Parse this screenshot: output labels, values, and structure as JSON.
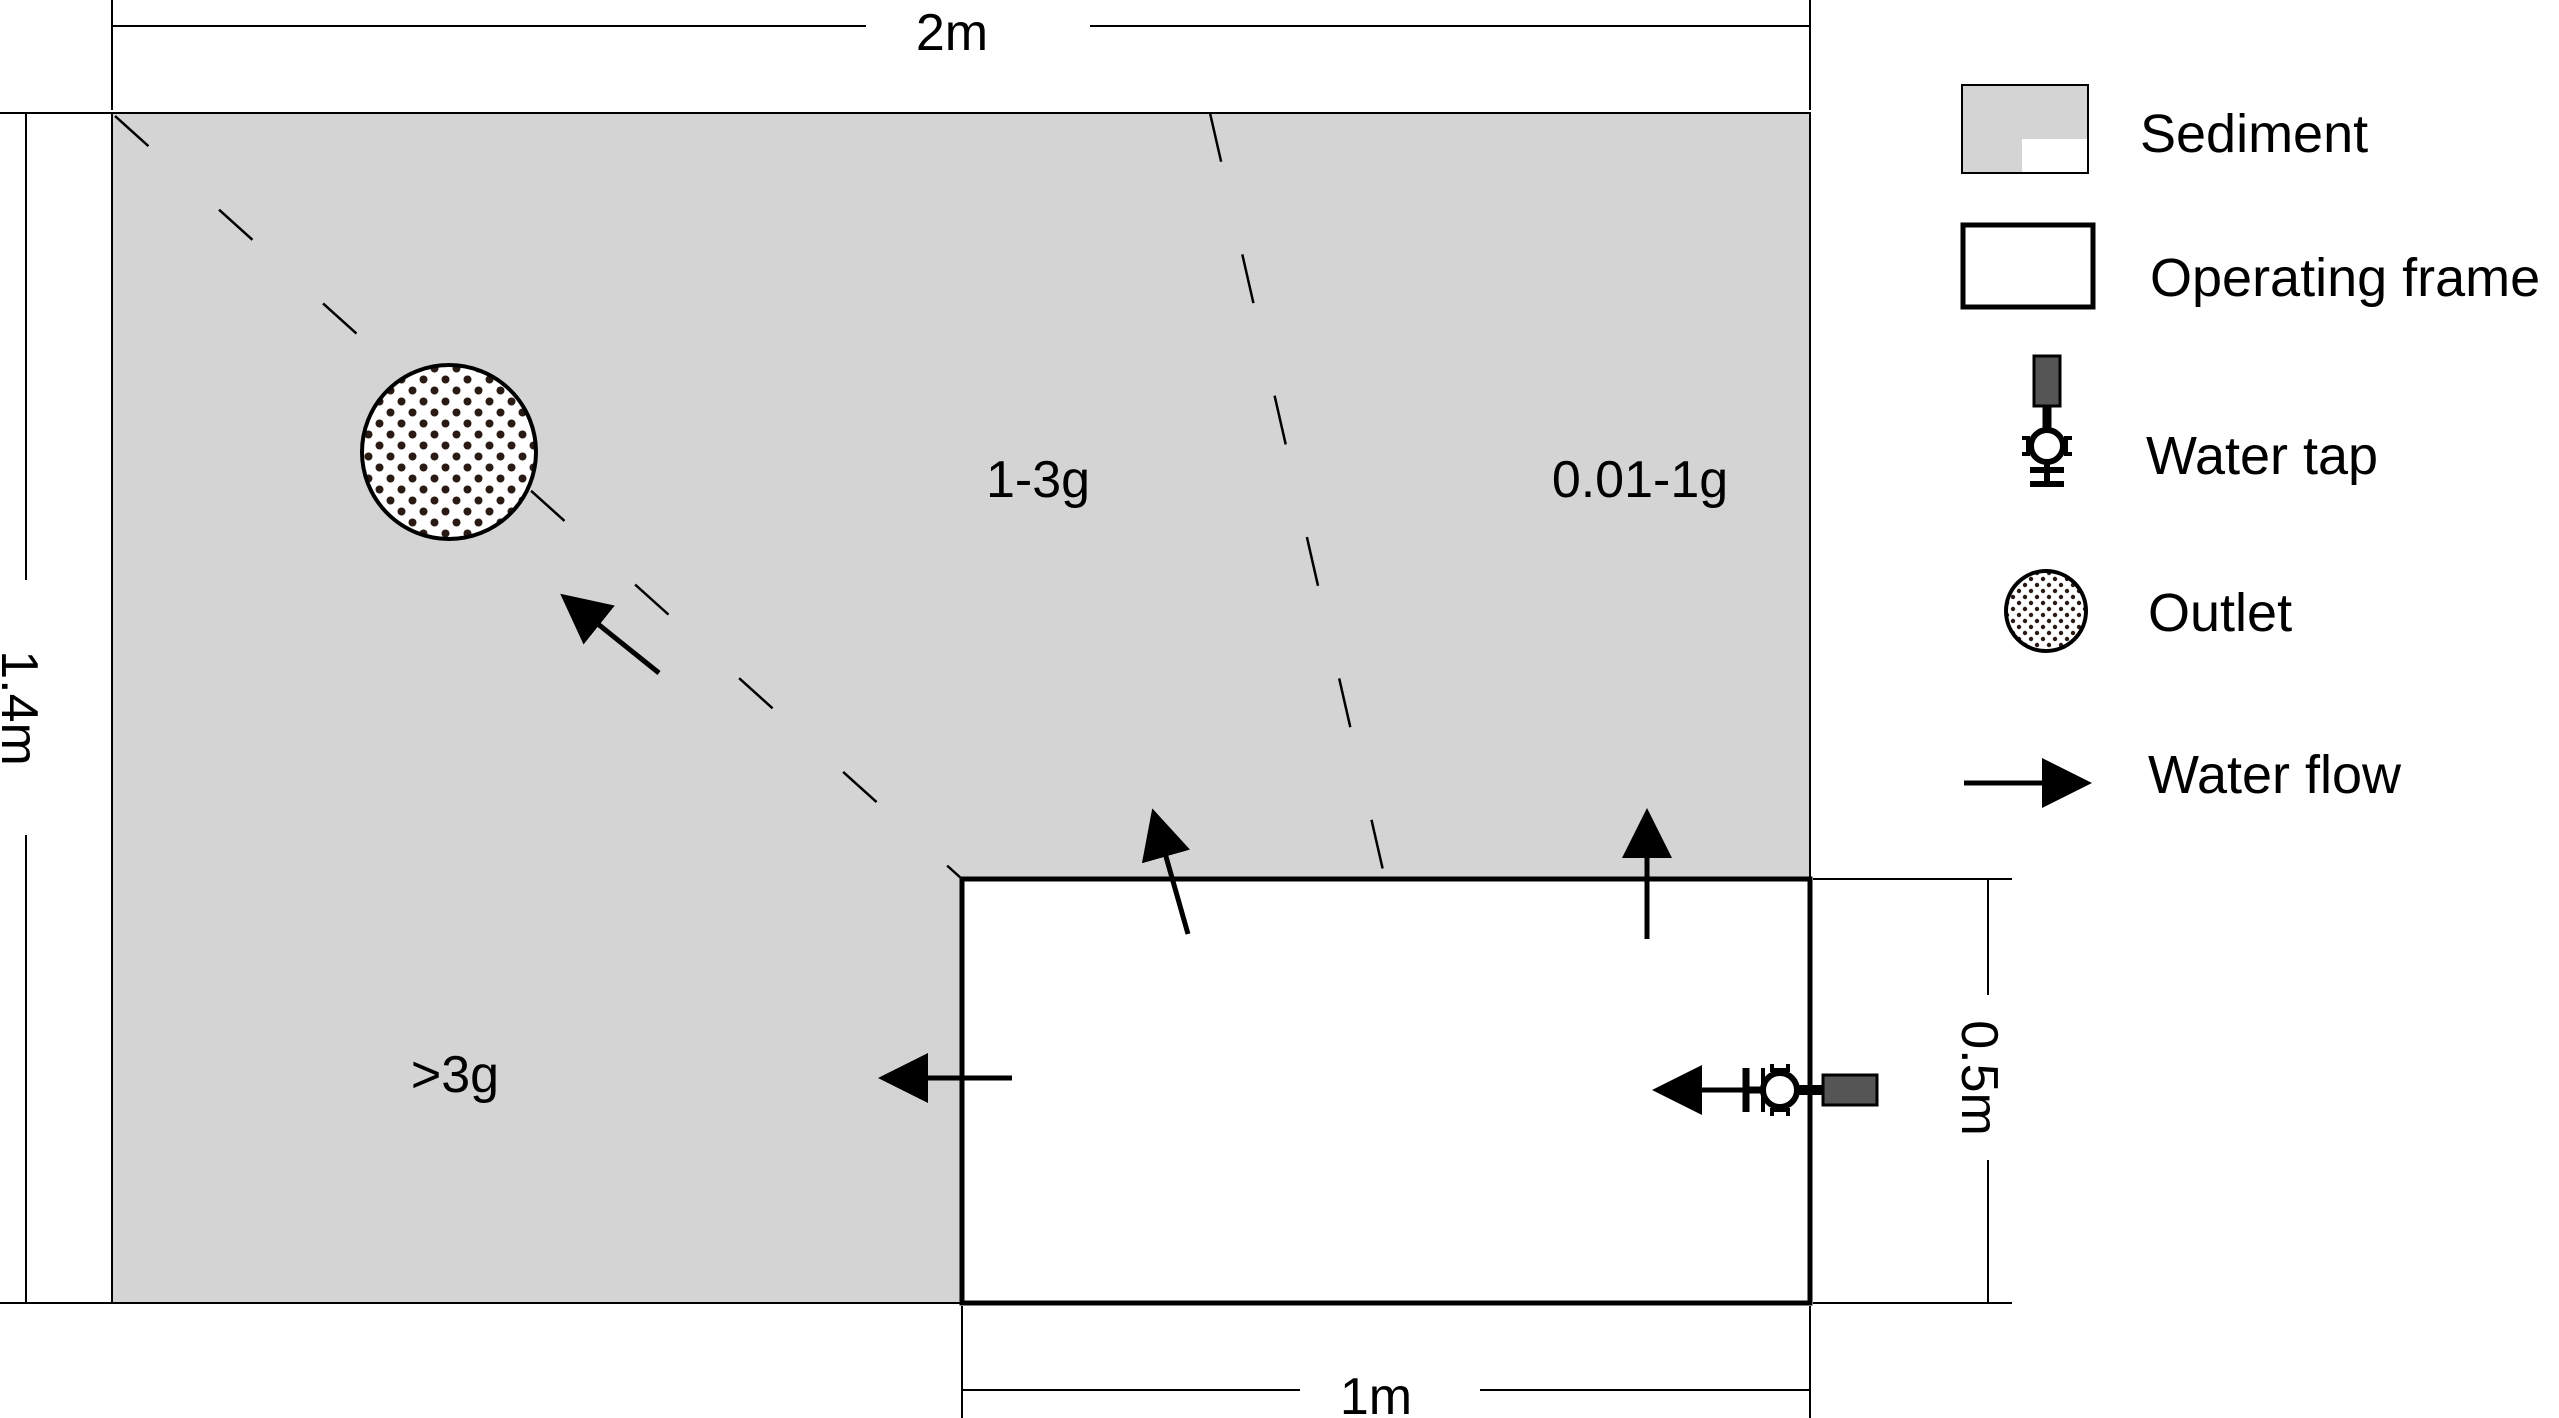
{
  "colors": {
    "sediment_fill": "#d4d4d4",
    "frame_fill": "#ffffff",
    "stroke": "#000000",
    "tap_fill": "#555555",
    "outlet_dot": "#2a1a14"
  },
  "dimensions": {
    "width_total": "2m",
    "height_total": "1.4m",
    "frame_width": "1m",
    "frame_height": "0.5m"
  },
  "zones": {
    "coarse": ">3g",
    "medium": "1-3g",
    "fine": "0.01-1g"
  },
  "legend": {
    "sediment": {
      "label": "Sediment",
      "icon": "sediment-swatch-icon"
    },
    "frame": {
      "label": "Operating frame",
      "icon": "frame-swatch-icon"
    },
    "tap": {
      "label": "Water tap",
      "icon": "water-tap-icon"
    },
    "outlet": {
      "label": "Outlet",
      "icon": "outlet-icon"
    },
    "flow": {
      "label": "Water flow",
      "icon": "arrow-icon"
    }
  }
}
